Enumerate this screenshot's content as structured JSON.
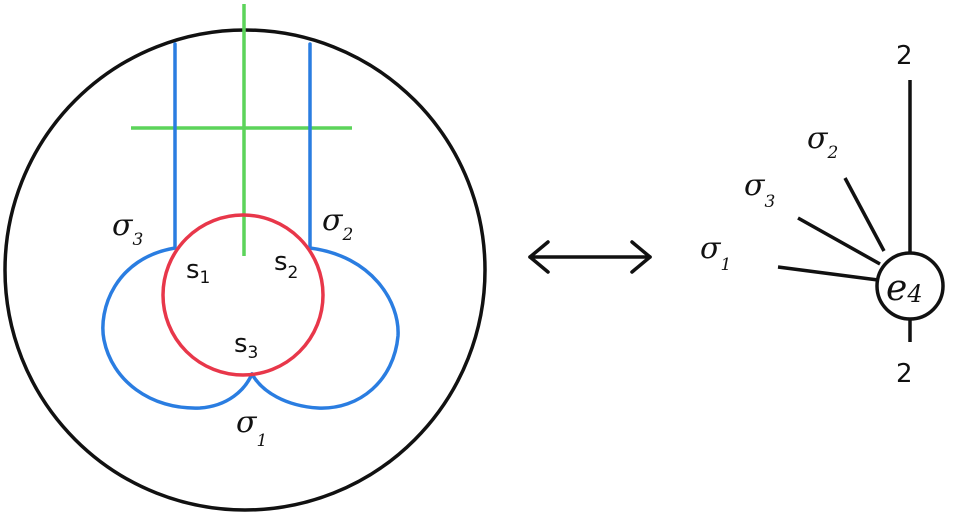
{
  "colors": {
    "outline": "#111111",
    "blue_curve": "#2a7de1",
    "red_circle": "#e8374a",
    "green_line": "#5cd45a"
  },
  "left_figure": {
    "sigma1": {
      "base": "σ",
      "sub": "1"
    },
    "sigma2": {
      "base": "σ",
      "sub": "2"
    },
    "sigma3": {
      "base": "σ",
      "sub": "3"
    },
    "s1": {
      "base": "s",
      "sub": "1"
    },
    "s2": {
      "base": "s",
      "sub": "2"
    },
    "s3": {
      "base": "s",
      "sub": "3"
    }
  },
  "middle": {
    "arrow_icon": "double-headed-arrow-icon"
  },
  "right_figure": {
    "vertex": {
      "base": "e",
      "sub": "4"
    },
    "top_label": "2",
    "bottom_label": "2",
    "sigma1": {
      "base": "σ",
      "sub": "1"
    },
    "sigma2": {
      "base": "σ",
      "sub": "2"
    },
    "sigma3": {
      "base": "σ",
      "sub": "3"
    }
  }
}
